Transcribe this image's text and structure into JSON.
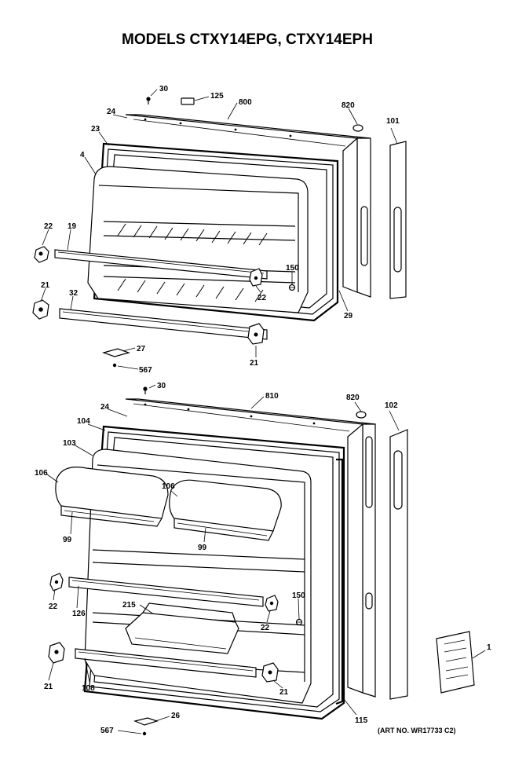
{
  "header": {
    "title": "MODELS CTXY14EPG, CTXY14EPH"
  },
  "art_number": "(ART NO. WR17733 C2)",
  "labels": {
    "p30a": "30",
    "p125": "125",
    "p800": "800",
    "p820a": "820",
    "p101": "101",
    "p24a": "24",
    "p23": "23",
    "p4": "4",
    "p22a": "22",
    "p19": "19",
    "p150a": "150",
    "p22b": "22",
    "p21a": "21",
    "p32": "32",
    "p29": "29",
    "p27": "27",
    "p567a": "567",
    "p21b": "21",
    "p30b": "30",
    "p810": "810",
    "p820b": "820",
    "p102": "102",
    "p24b": "24",
    "p104": "104",
    "p103": "103",
    "p106a": "106",
    "p106b": "106",
    "p99a": "99",
    "p99b": "99",
    "p22c": "22",
    "p126": "126",
    "p215": "215",
    "p150b": "150",
    "p22d": "22",
    "p21c": "21",
    "p108": "108",
    "p21d": "21",
    "p1": "1",
    "p115": "115",
    "p567b": "567",
    "p26": "26"
  }
}
